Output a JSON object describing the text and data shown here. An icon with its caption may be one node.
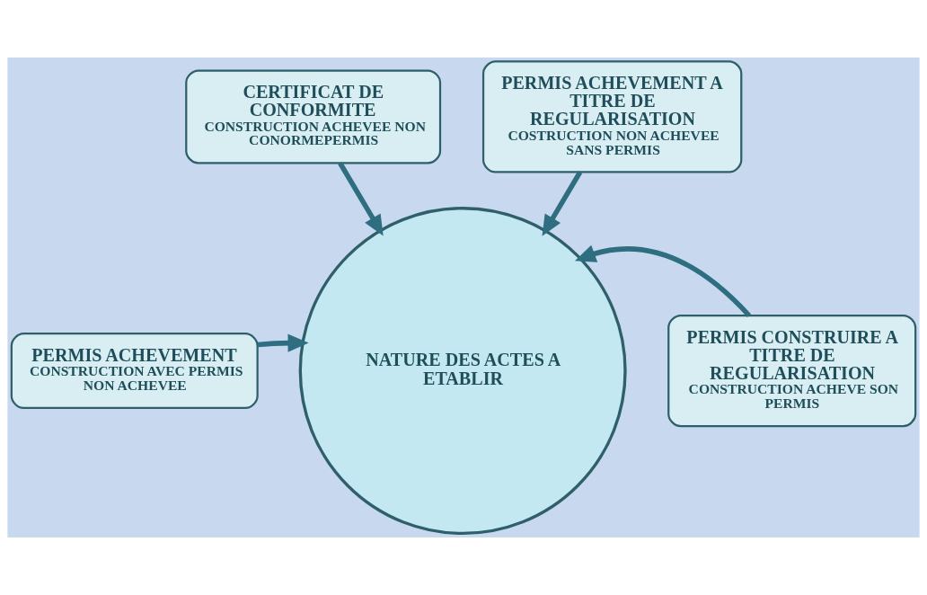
{
  "diagram": {
    "nodes": [
      {
        "text": [
          "CERTIFICAT DE CONFORMITE",
          "CONSTRUCTION ACHEVEE NON CONORMEPERMIS"
        ]
      },
      {
        "text": [
          "PERMIS ACHEVEMENT A TITRE DE REGULARISATION",
          "COSTRUCTION NON ACHEVEE SANS PERMIS"
        ]
      },
      {
        "text": [
          "PERMIS ACHEVEMENT",
          "CONSTRUCTION AVEC PERMIS NON ACHEVEE"
        ]
      },
      {
        "text": [
          "NATURE DES ACTES A ETABLIR"
        ]
      },
      {
        "text": [
          "PERMIS CONSTRUIRE A TITRE DE REGULARISATION",
          "CONSTRUCTION ACHEVE SON PERMIS"
        ]
      }
    ],
    "edges": [
      {
        "from": 0,
        "to": 3,
        "arrow": "to"
      },
      {
        "from": 1,
        "to": 3,
        "arrow": "to"
      },
      {
        "from": 2,
        "to": 3,
        "arrow": "to"
      },
      {
        "from": 4,
        "to": 3,
        "arrow": "to"
      }
    ]
  }
}
